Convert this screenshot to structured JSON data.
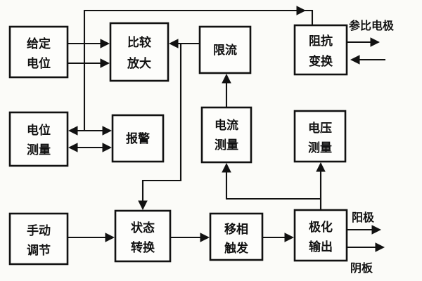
{
  "diagram_type": "block-diagram",
  "blocks": {
    "set_potential": {
      "line1": "给定",
      "line2": "电位"
    },
    "compare_amplify": {
      "line1": "比较",
      "line2": "放大"
    },
    "current_limit": {
      "line1": "限流"
    },
    "impedance_transform": {
      "line1": "阻抗",
      "line2": "变换"
    },
    "potential_measure": {
      "line1": "电位",
      "line2": "测量"
    },
    "alarm": {
      "line1": "报警"
    },
    "current_measure": {
      "line1": "电流",
      "line2": "测量"
    },
    "voltage_measure": {
      "line1": "电压",
      "line2": "测量"
    },
    "manual_adjust": {
      "line1": "手动",
      "line2": "调节"
    },
    "state_convert": {
      "line1": "状态",
      "line2": "转换"
    },
    "phase_shift_trigger": {
      "line1": "移相",
      "line2": "触发"
    },
    "polarization_output": {
      "line1": "极化",
      "line2": "输出"
    }
  },
  "labels": {
    "reference_electrode": "参比电极",
    "anode": "阳极",
    "cathode_plate": "阴板"
  },
  "colors": {
    "line": "#111111",
    "box_border": "#111111",
    "paper": "#fbfbf8"
  }
}
